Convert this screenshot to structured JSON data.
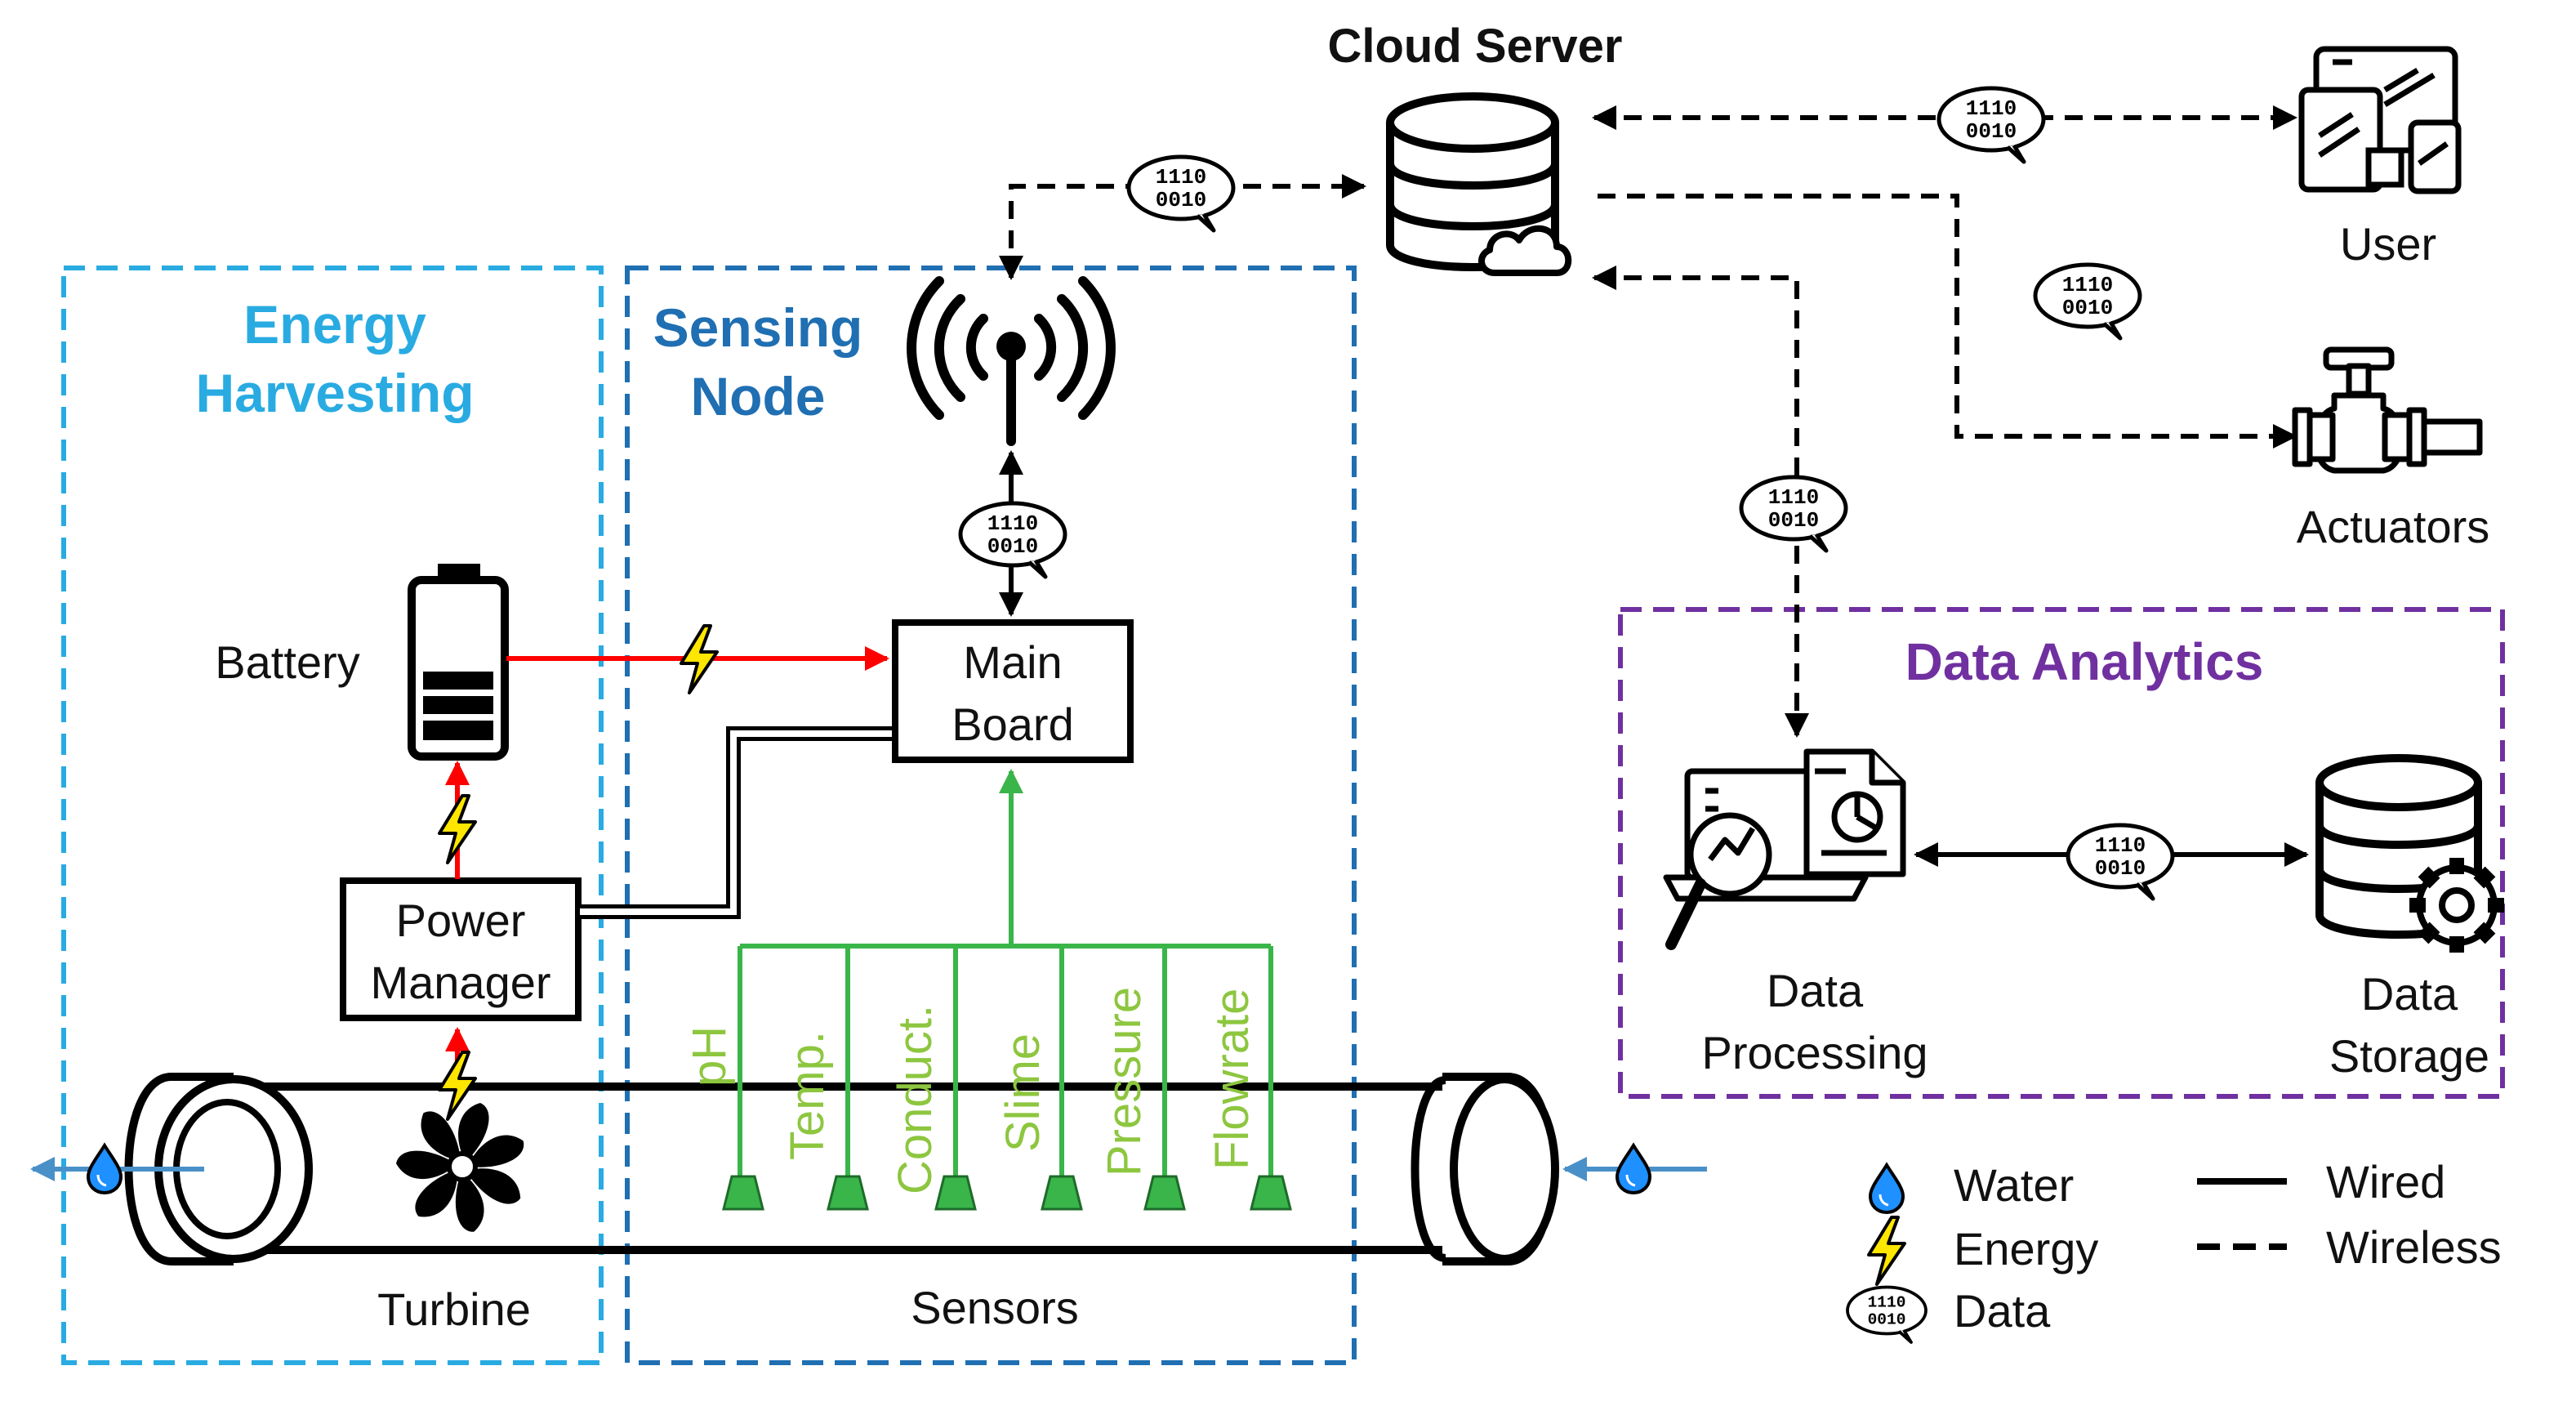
{
  "colors": {
    "energy_harvesting": "#29abe2",
    "sensing_node": "#1f6fb2",
    "data_analytics": "#7030a0",
    "sensor_green": "#39b54a",
    "sensor_label": "#8dc63f",
    "energy_line": "#ff0000",
    "lightning": "#ffe600",
    "water": "#1e90ff",
    "wired": "#000000"
  },
  "groups": {
    "energy_harvesting": [
      "Energy",
      "Harvesting"
    ],
    "sensing_node": [
      "Sensing",
      "Node"
    ],
    "data_analytics": "Data Analytics"
  },
  "components": {
    "battery": "Battery",
    "power_manager": [
      "Power",
      "Manager"
    ],
    "main_board": [
      "Main",
      "Board"
    ],
    "turbine": "Turbine",
    "sensors": "Sensors",
    "cloud_server": "Cloud Server",
    "user": "User",
    "actuators": "Actuators",
    "data_processing": [
      "Data",
      "Processing"
    ],
    "data_storage": [
      "Data",
      "Storage"
    ]
  },
  "sensor_labels": [
    "pH",
    "Temp.",
    "Conduct.",
    "Slime",
    "Pressure",
    "Flowrate"
  ],
  "data_badge": [
    "1110",
    "0010"
  ],
  "legend": {
    "water": "Water",
    "energy": "Energy",
    "data": "Data",
    "wired": "Wired",
    "wireless": "Wireless"
  },
  "icons": [
    "water-drop-icon",
    "lightning-icon",
    "data-bubble-icon",
    "battery-icon",
    "turbine-fan-icon",
    "antenna-icon",
    "database-icon",
    "cloud-icon",
    "devices-icon",
    "valve-icon",
    "analytics-icon",
    "gear-icon"
  ]
}
